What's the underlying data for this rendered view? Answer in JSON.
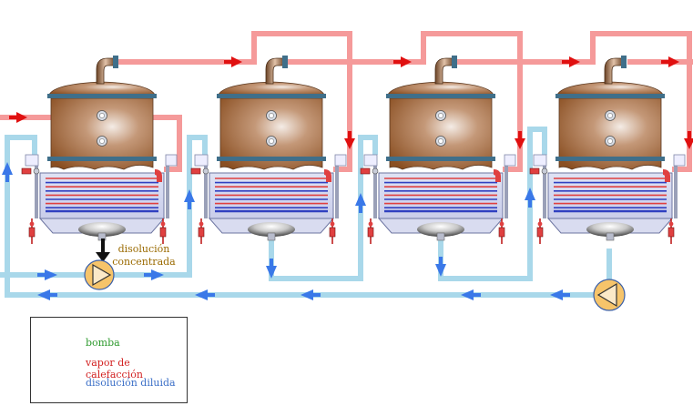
{
  "labels": {
    "concentrated": "disolución concentrada"
  },
  "legend": {
    "pump": "bomba",
    "steam": "vapor de calefacción",
    "dilute": "disolución diluida"
  },
  "colors": {
    "steam_pipe": "#f59a9a",
    "dilute_pipe": "#a9d8ea",
    "steam_arrow": "#e01010",
    "flow_arrow": "#3a78e8",
    "tank_body": "#a0673e",
    "coil_red": "#e04040",
    "coil_blue": "#3040c0",
    "pump_fill": "#f6c46a"
  },
  "icons": {
    "pump": "pump-icon",
    "evaporator": "evaporator-tank-icon",
    "valve": "valve-icon"
  }
}
